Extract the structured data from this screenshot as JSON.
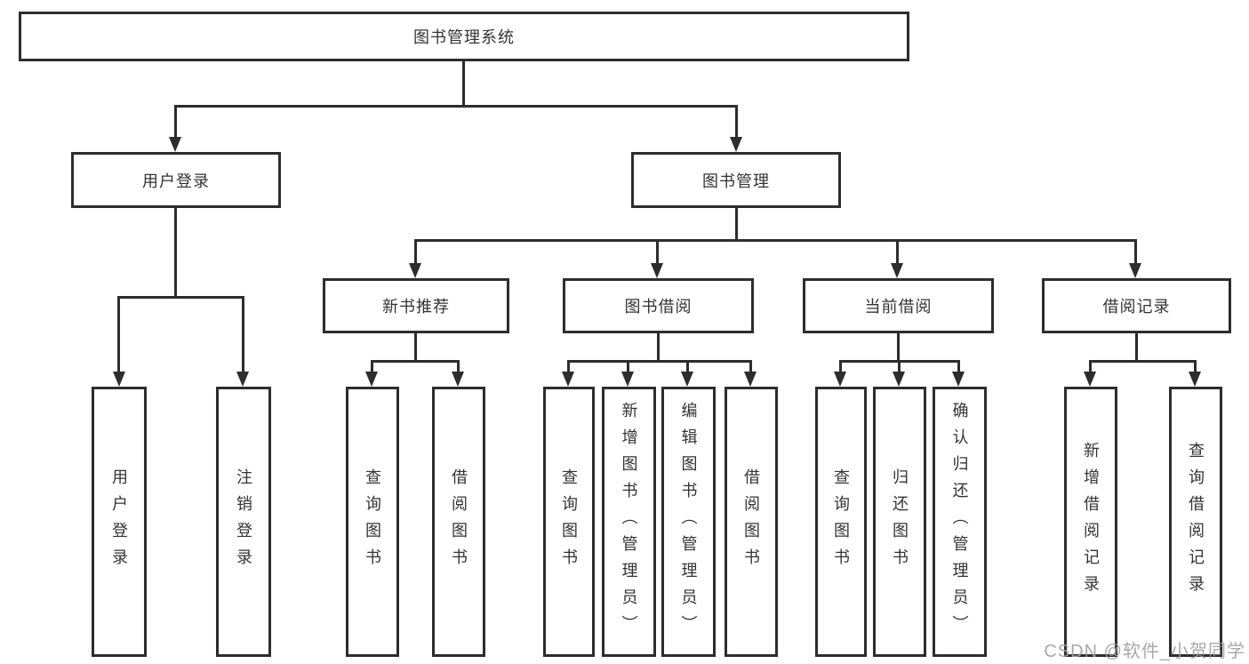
{
  "diagram_title": "图书管理系统",
  "colors": {
    "line": "#2d2d2d",
    "text": "#333333",
    "background": "#ffffff",
    "watermark": "#9e9e9e"
  },
  "tree": {
    "root": {
      "label": "图书管理系统"
    },
    "branches": [
      {
        "label": "用户登录",
        "children": [
          {
            "label": "用户登录"
          },
          {
            "label": "注销登录"
          }
        ]
      },
      {
        "label": "图书管理",
        "children": [
          {
            "label": "新书推荐",
            "children": [
              {
                "label": "查询图书"
              },
              {
                "label": "借阅图书"
              }
            ]
          },
          {
            "label": "图书借阅",
            "children": [
              {
                "label": "查询图书"
              },
              {
                "label": "新增图书（管理员）"
              },
              {
                "label": "编辑图书（管理员）"
              },
              {
                "label": "借阅图书"
              }
            ]
          },
          {
            "label": "当前借阅",
            "children": [
              {
                "label": "查询图书"
              },
              {
                "label": "归还图书"
              },
              {
                "label": "确认归还（管理员）"
              }
            ]
          },
          {
            "label": "借阅记录",
            "children": [
              {
                "label": "新增借阅记录"
              },
              {
                "label": "查询借阅记录"
              }
            ]
          }
        ]
      }
    ]
  },
  "watermark": "CSDN @软件_小贺同学"
}
